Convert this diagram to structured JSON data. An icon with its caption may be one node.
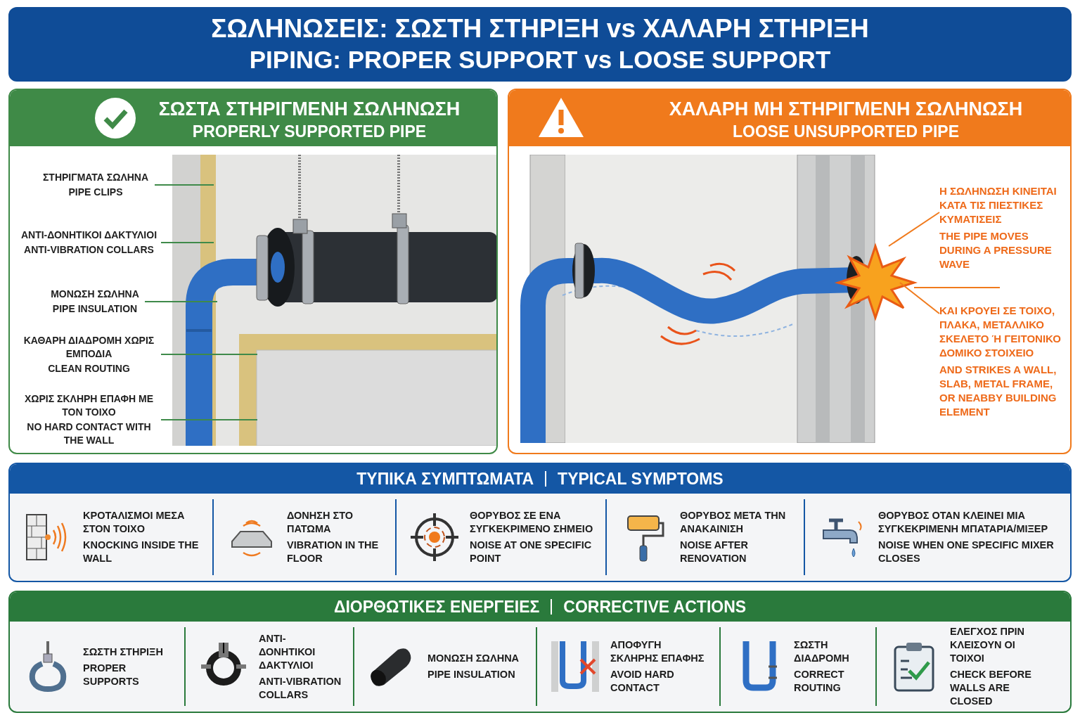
{
  "diagram": {
    "nodes": [
      {
        "text": [
          "ΣΩΛΗΝΩΣΕΙΣ: ΣΩΣΤΗ ΣΤΗΡΙΞΗ vs ΧΑΛΑΡΗ ΣΤΗΡΙΞΗ",
          "PIPING: PROPER SUPPORT vs LOOSE SUPPORT"
        ]
      },
      {
        "text": [
          "ΣΩΣΤΑ ΣΤΗΡΙΓΜΕΝΗ ΣΩΛΗΝΩΣΗ",
          "PROPERLY SUPPORTED PIPE"
        ]
      },
      {
        "text": [
          "ΣΤΗΡΙΓΜΑΤΑ ΣΩΛΗΝΑ",
          "PIPE CLIPS"
        ],
        "in": 1
      },
      {
        "text": [
          "ΑΝΤΙ-ΔΟΝΗΤΙΚΟΙ ΔΑΚΤΥΛΙΟΙ",
          "ANTI-VIBRATION COLLARS"
        ],
        "in": 1
      },
      {
        "text": [
          "ΜΟΝΩΣΗ ΣΩΛΗΝΑ",
          "PIPE INSULATION"
        ],
        "in": 1
      },
      {
        "text": [
          "ΚΑΘΑΡΗ ΔΙΑΔΡΟΜΗ ΧΩΡΙΣ ΕΜΠΟΔΙΑ",
          "CLEAN ROUTING"
        ],
        "in": 1
      },
      {
        "text": [
          "ΧΩΡΙΣ ΣΚΛΗΡΗ ΕΠΑΦΗ ΜΕ ΤΟΝ ΤΟΙΧΟ",
          "NO HARD CONTACT WITH THE WALL"
        ],
        "in": 1
      },
      {
        "text": [
          "ΧΑΛΑΡΗ ΜΗ ΣΤΗΡΙΓΜΕΝΗ ΣΩΛΗΝΩΣΗ",
          "LOOSE UNSUPPORTED PIPE"
        ]
      },
      {
        "text": [
          "Η ΣΩΛΗΝΩΣΗ ΚΙΝΕΙΤΑΙ ΚΑΤΑ ΤΙΣ ΠΙΕΣΤΙΚΕΣ ΚΥΜΑΤΙΣΕΙΣ",
          "THE PIPE MOVES DURING A PRESSURE WAVE"
        ],
        "in": 7
      },
      {
        "text": [
          "ΚΑΙ ΚΡΟΥΕΙ ΣΕ ΤΟΙΧΟ, ΠΛΑΚΑ, ΜΕΤΑΛΛΙΚΟ ΣΚΕΛΕΤΟ Ή ΓΕΙΤΟΝΙΚΟ ΔΟΜΙΚΟ ΣΤΟΙΧΕΙΟ",
          "AND STRIKES A WALL, SLAB, METAL FRAME, OR NEABBY BUILDING ELEMENT"
        ],
        "in": 7
      },
      {
        "text": [
          "ΤΥΠΙΚΑ ΣΥΜΠΤΩΜΑΤΑ",
          "TYPICAL SYMPTOMS"
        ]
      },
      {
        "text": [
          "ΚΡΟΤΑΛΙΣΜΟΙ ΜΕΣΑ ΣΤΟΝ ΤΟΙΧΟ",
          "KNOCKING INSIDE THE WALL"
        ],
        "in": 10
      },
      {
        "text": [
          "ΔΟΝΗΣΗ ΣΤΟ ΠΑΤΩΜΑ",
          "VIBRATION IN THE FLOOR"
        ],
        "in": 10
      },
      {
        "text": [
          "ΘΟΡΥΒΟΣ ΣΕ ΕΝΑ ΣΥΓΚΕΚΡΙΜΕΝΟ ΣΗΜΕΙΟ",
          "NOISE AT ONE SPECIFIC POINT"
        ],
        "in": 10
      },
      {
        "text": [
          "ΘΟΡΥΒΟΣ ΜΕΤΑ ΤΗΝ ΑΝΑΚΑΙΝΙΣΗ",
          "NOISE AFTER RENOVATION"
        ],
        "in": 10
      },
      {
        "text": [
          "ΘΟΡΥΒΟΣ ΟΤΑΝ ΚΛΕΙΝΕΙ ΜΙΑ ΣΥΓΚΕΚΡΙΜΕΝΗ ΜΠΑΤΑΡΙΑ/ΜΙΞΕΡ",
          "NOISE WHEN ONE SPECIFIC MIXER CLOSES"
        ],
        "in": 10
      },
      {
        "text": [
          "ΔΙΟΡΘΩΤΙΚΕΣ ΕΝΕΡΓΕΙΕΣ",
          "CORRECTIVE ACTIONS"
        ]
      },
      {
        "text": [
          "ΣΩΣΤΗ ΣΤΗΡΙΞΗ",
          "PROPER SUPPORTS"
        ],
        "in": 16
      },
      {
        "text": [
          "ΑΝΤΙ-ΔΟΝΗΤΙΚΟΙ ΔΑΚΤΥΛΙΟΙ",
          "ANTI-VIBRATION COLLARS"
        ],
        "in": 16
      },
      {
        "text": [
          "ΜΟΝΩΣΗ ΣΩΛΗΝΑ",
          "PIPE INSULATION"
        ],
        "in": 16
      },
      {
        "text": [
          "ΑΠΟΦΥΓΗ ΣΚΛΗΡΗΣ ΕΠΑΦΗΣ",
          "AVOID HARD CONTACT"
        ],
        "in": 16
      },
      {
        "text": [
          "ΣΩΣΤΗ ΔΙΑΔΡΟΜΗ",
          "CORRECT ROUTING"
        ],
        "in": 16
      },
      {
        "text": [
          "ΕΛΕΓΧΟΣ ΠΡΙΝ ΚΛΕΙΣΟΥΝ ΟΙ ΤΟΙΧΟΙ",
          "CHECK BEFORE WALLS ARE CLOSED"
        ],
        "in": 16
      }
    ],
    "edges": [
      {
        "from": 2,
        "to": null,
        "arrow": "none"
      },
      {
        "from": 3,
        "to": null,
        "arrow": "none"
      },
      {
        "from": 4,
        "to": null,
        "arrow": "none"
      },
      {
        "from": 5,
        "to": null,
        "arrow": "none"
      },
      {
        "from": 6,
        "to": null,
        "arrow": "none"
      },
      {
        "from": 8,
        "to": null,
        "arrow": "none",
        "color": "#f07a1c"
      },
      {
        "from": 9,
        "to": null,
        "arrow": "none",
        "color": "#f07a1c"
      }
    ]
  }
}
